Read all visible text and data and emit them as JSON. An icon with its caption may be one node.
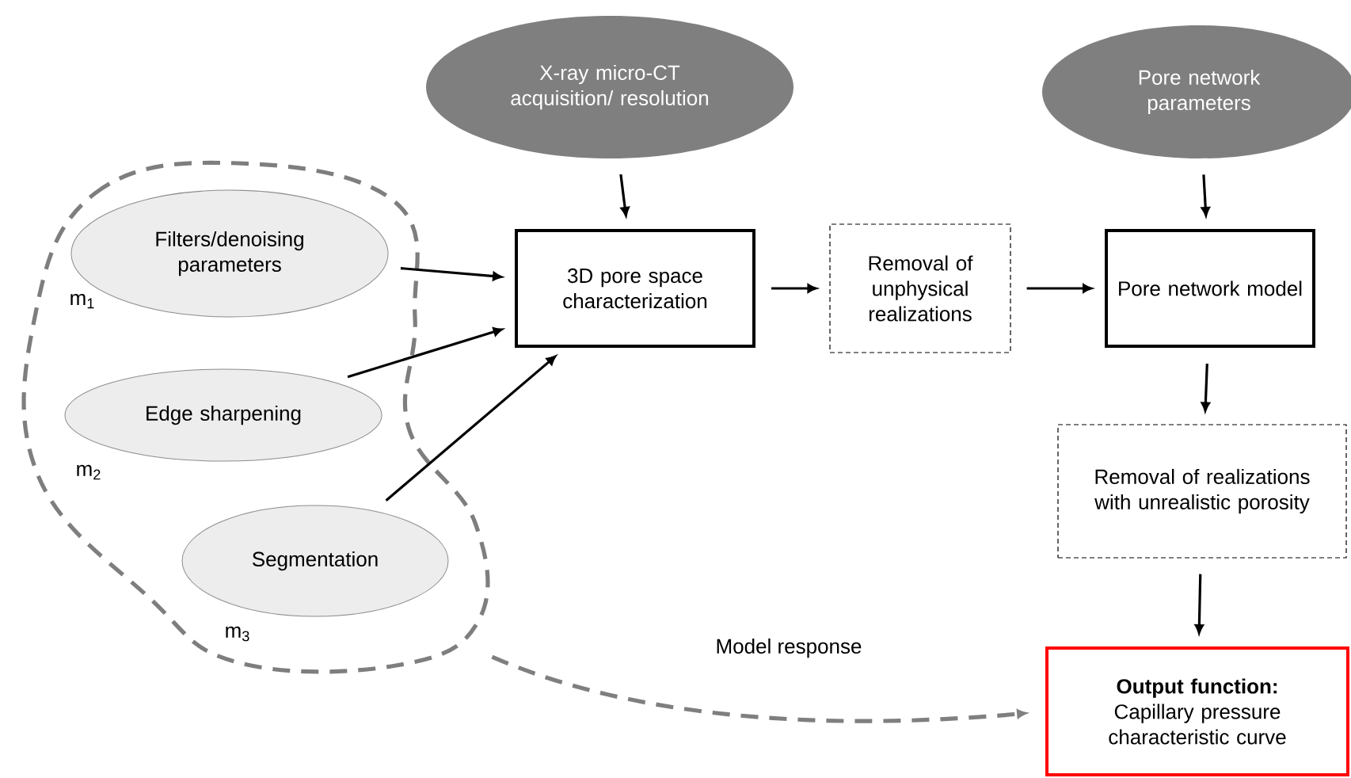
{
  "diagram": {
    "nodes": [
      {
        "text": [
          "X-ray micro-CT acquisition/ resolution"
        ]
      },
      {
        "text": [
          "Pore network parameters"
        ]
      },
      {
        "text": [],
        "shape": "cloud"
      },
      {
        "text": [
          "Filters/denoising parameters"
        ],
        "in": 2,
        "beside": [
          "m$_{1}$"
        ]
      },
      {
        "text": [
          "Edge sharpening"
        ],
        "in": 2,
        "beside": [
          "m$_{2}$"
        ]
      },
      {
        "text": [
          "Segmentation"
        ],
        "in": 2,
        "beside": [
          "m$_{3}$"
        ]
      },
      {
        "text": [
          "3D pore space characterization"
        ]
      },
      {
        "text": [
          "Removal of unphysical realizations"
        ]
      },
      {
        "text": [
          "Pore network model"
        ]
      },
      {
        "text": [
          "Removal of realizations with unrealistic porosity"
        ]
      },
      {
        "text": [
          "Output function:",
          "Capillary pressure characteristic curve"
        ]
      }
    ],
    "edges": [
      {
        "from": 0,
        "to": 6,
        "arrow": "to"
      },
      {
        "from": 3,
        "to": 6,
        "arrow": "to"
      },
      {
        "from": 4,
        "to": 6,
        "arrow": "to"
      },
      {
        "from": 5,
        "to": 6,
        "arrow": "to"
      },
      {
        "from": 6,
        "to": 7,
        "arrow": "to"
      },
      {
        "from": 7,
        "to": 8,
        "arrow": "to"
      },
      {
        "from": 1,
        "to": 8,
        "arrow": "to"
      },
      {
        "from": 8,
        "to": 9,
        "arrow": "to"
      },
      {
        "from": 9,
        "to": 10,
        "arrow": "to"
      },
      {
        "from": 2,
        "to": 10,
        "arrow": "to",
        "label": "Model response",
        "style": "dashed",
        "color": "#7f7f7f"
      }
    ]
  }
}
